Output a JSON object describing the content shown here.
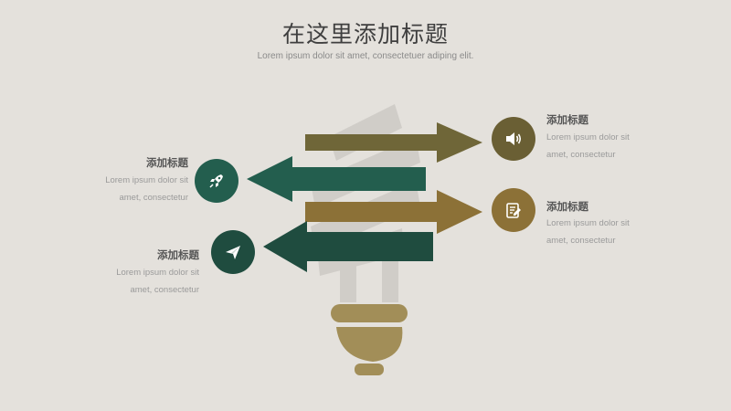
{
  "slide": {
    "title": "在这里添加标题",
    "subtitle": "Lorem ipsum dolor sit amet, consectetuer adiping elit."
  },
  "items": [
    {
      "title": "添加标题",
      "line1": "Lorem ipsum dolor sit",
      "line2": "amet, consectetur",
      "icon": "speaker-icon",
      "color": "#6a5f34"
    },
    {
      "title": "添加标题",
      "line1": "Lorem ipsum dolor sit",
      "line2": "amet, consectetur",
      "icon": "rocket-icon",
      "color": "#235e4e"
    },
    {
      "title": "添加标题",
      "line1": "Lorem ipsum dolor sit",
      "line2": "amet, consectetur",
      "icon": "note-edit-icon",
      "color": "#8c7137"
    },
    {
      "title": "添加标题",
      "line1": "Lorem ipsum dolor sit",
      "line2": "amet, consectetur",
      "icon": "paper-plane-icon",
      "color": "#1f4c3f"
    }
  ],
  "colors": {
    "background": "#e4e1dc",
    "bulb_gray": "#d0cdc8",
    "bulb_base": "#a28e58",
    "olive": "#6f6638",
    "dark_green": "#235e4e",
    "brown": "#8c7137",
    "deep_green": "#1f4c3f"
  }
}
